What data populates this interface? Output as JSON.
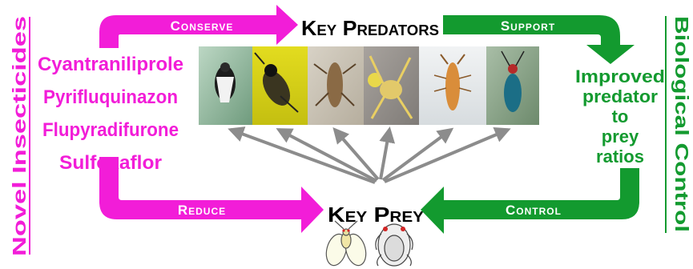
{
  "left_title": "Novel Insecticides",
  "right_title": "Biological Control",
  "insecticides": [
    "Cyantraniliprole",
    "Pyrifluquinazon",
    "Flupyradifurone",
    "Sulfoxaflor"
  ],
  "top_center": "Key Predators",
  "bottom_center": "Key Prey",
  "arrow_labels": {
    "conserve": "Conserve",
    "support": "Support",
    "reduce": "Reduce",
    "control": "Control"
  },
  "outcome_lines": [
    "Improved",
    "predator",
    "to",
    "prey",
    "ratios"
  ],
  "predator_icons": [
    "minute-pirate-bug",
    "big-eyed-bug",
    "damsel-bug",
    "crab-spider",
    "lacewing-larva",
    "ground-beetle"
  ],
  "prey_icons": [
    "whitefly",
    "aphid"
  ],
  "colors": {
    "magenta": "#f21dd8",
    "green": "#139a2f",
    "arrow_gray": "#8c8c8c",
    "text_black": "#000000"
  }
}
